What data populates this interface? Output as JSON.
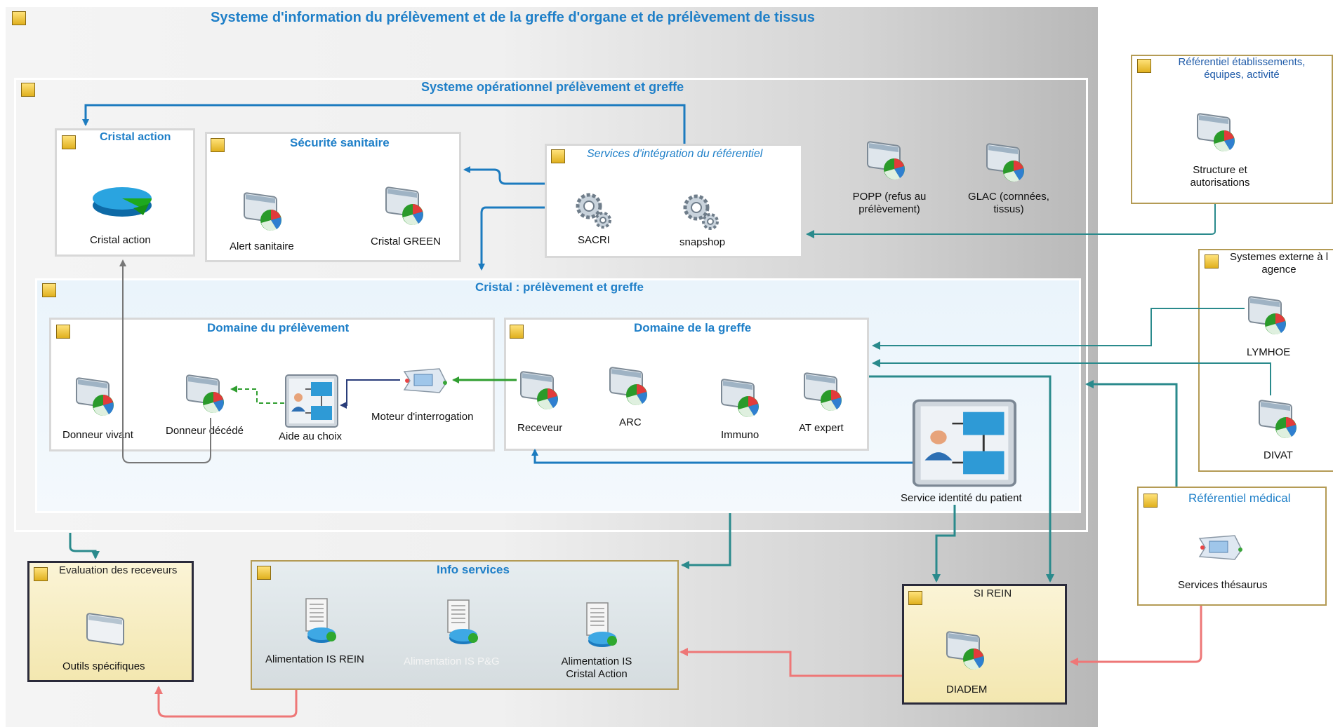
{
  "main_title": "Systeme d'information du prélèvement et de la greffe d'organe et de prélèvement de tissus",
  "operational": {
    "title": "Systeme opérationnel prélèvement et greffe",
    "cristal_action": {
      "title": "Cristal action",
      "item": "Cristal action"
    },
    "securite": {
      "title": "Sécurité sanitaire",
      "items": [
        "Alert sanitaire",
        "Cristal GREEN"
      ]
    },
    "integration": {
      "title": "Services d'intégration du référentiel",
      "items": [
        "SACRI",
        "snapshop"
      ]
    },
    "popp": "POPP (refus au prélèvement)",
    "glac": "GLAC (cornnées, tissus)"
  },
  "cristal": {
    "title": "Cristal : prélèvement et  greffe",
    "prelevement": {
      "title": "Domaine du prélèvement",
      "items": [
        "Donneur vivant",
        "Donneur décédé",
        "Aide au choix",
        "Moteur d'interrogation"
      ]
    },
    "greffe": {
      "title": "Domaine de la greffe",
      "items": [
        "Receveur",
        "ARC",
        "Immuno",
        "AT expert"
      ]
    },
    "service_identite": "Service identité du patient"
  },
  "referentiel_etab": {
    "title": "Référentiel établissements, équipes, activité",
    "item": "Structure et autorisations"
  },
  "systemes_externes": {
    "title": "Systemes externe à l agence",
    "items": [
      "LYMHOE",
      "DIVAT"
    ]
  },
  "referentiel_medical": {
    "title": "Référentiel médical",
    "item": "Services thésaurus"
  },
  "evaluation": {
    "title": "Evaluation des receveurs",
    "item": "Outils spécifiques"
  },
  "info_services": {
    "title": "Info services",
    "items": [
      "Alimentation  IS REIN",
      "Alimentation IS P&G",
      "Alimentation IS Cristal Action"
    ]
  },
  "si_rein": {
    "title": "SI REIN",
    "item": "DIADEM"
  },
  "colors": {
    "title_blue": "#1e7fc8",
    "teal": "#2a8a8c",
    "blue_arrow": "#1c7bbf",
    "green_arrow": "#2f9e2f",
    "red_arrow": "#ee7777",
    "gray_arrow": "#777777"
  },
  "icon_names": [
    "window-app-icon",
    "pie-chart-icon",
    "gear-icon",
    "process-icon",
    "connector-icon",
    "document-db-icon"
  ]
}
